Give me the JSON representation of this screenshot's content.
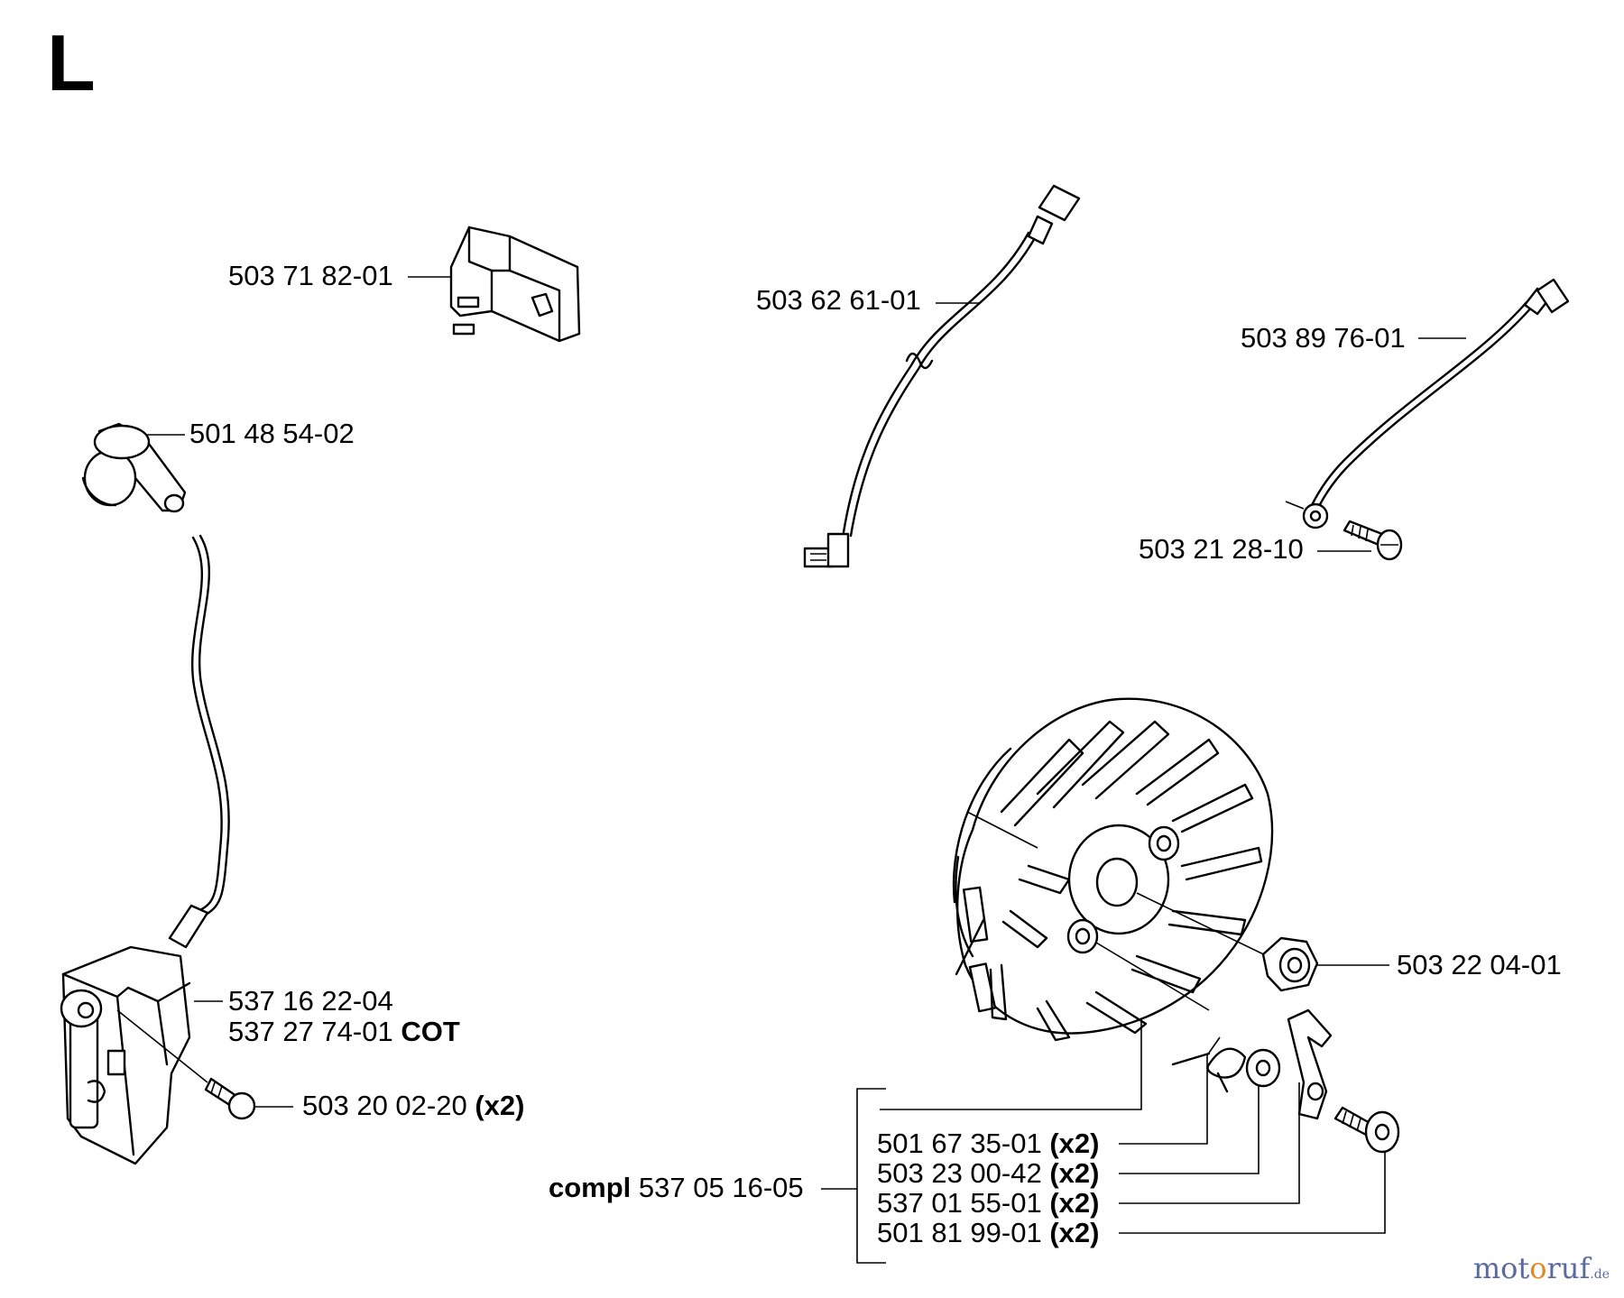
{
  "section_letter": "L",
  "labels": {
    "switch": "503 71 82-01",
    "cable_a": "503 62 61-01",
    "cable_b": "503 89 76-01",
    "spark_cap": "501 48 54-02",
    "screw_small": "503 21 28-10",
    "module_1": "537 16 22-04",
    "module_2_num": "537 27 74-01",
    "module_2_suffix": "COT",
    "module_screw_num": "503 20 02-20",
    "module_screw_qty": "(x2)",
    "nut": "503 22 04-01",
    "compl_prefix": "compl",
    "compl_num": "537 05 16-05",
    "flywheel_parts": [
      {
        "num": "501 67 35-01",
        "qty": "(x2)"
      },
      {
        "num": "503 23 00-42",
        "qty": "(x2)"
      },
      {
        "num": "537 01 55-01",
        "qty": "(x2)"
      },
      {
        "num": "501 81 99-01",
        "qty": "(x2)"
      }
    ]
  },
  "watermark": {
    "main_a": "mot",
    "main_b": "o",
    "main_c": "ruf",
    "tld": ".de"
  }
}
